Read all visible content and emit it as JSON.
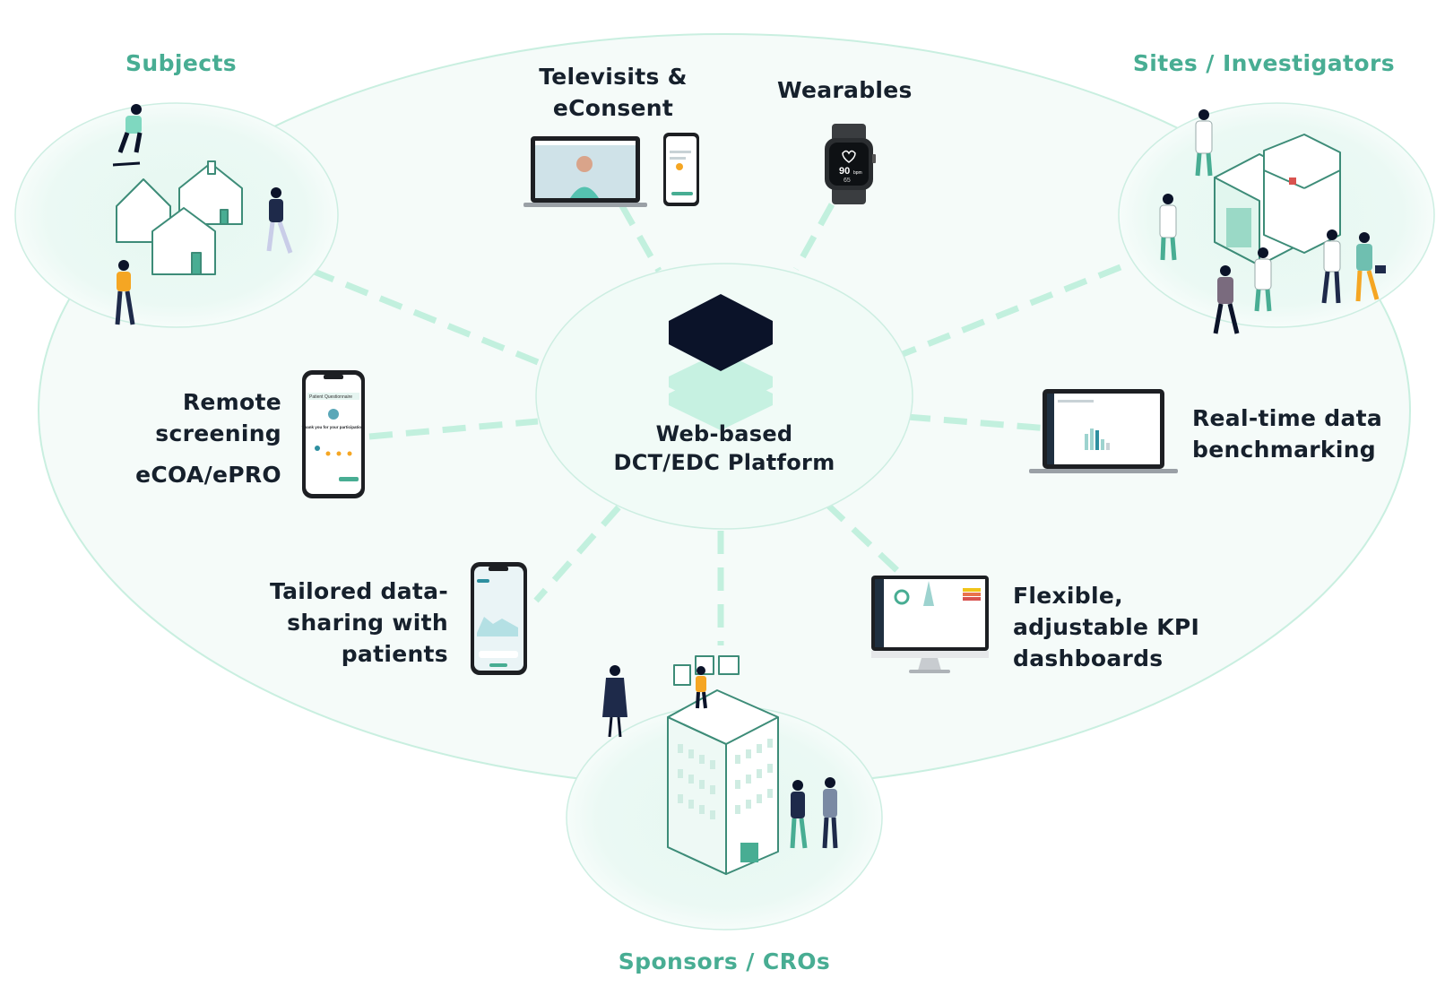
{
  "groups": {
    "subjects": "Subjects",
    "sites": "Sites / Investigators",
    "sponsors": "Sponsors / CROs"
  },
  "center": {
    "line1": "Web-based",
    "line2": "DCT/EDC Platform"
  },
  "features": {
    "televisits": [
      "Televisits &",
      "eConsent"
    ],
    "wearables": "Wearables",
    "remote": [
      "Remote",
      "screening"
    ],
    "ecoa": "eCOA/ePRO",
    "realtime": [
      "Real-time data",
      "benchmarking"
    ],
    "tailored": [
      "Tailored data-",
      "sharing with",
      "patients"
    ],
    "kpi": [
      "Flexible,",
      "adjustable KPI",
      "dashboards"
    ]
  },
  "device_text": {
    "watch_bpm": "90",
    "watch_unit": "bpm",
    "watch_sub": "65",
    "phone_title": "Patient Questionnaire",
    "phone_thanks": "Thank you for your participation!"
  },
  "colors": {
    "ellipse_fill": "#f3fbf9",
    "ellipse_stroke": "#c7eedf",
    "dash": "#c2f0de",
    "group_label": "#48ad93",
    "label": "#16202c",
    "logo_dark": "#0b1329",
    "logo_light": "#bff0df"
  },
  "icons": [
    "houses-icon",
    "hospital-icon",
    "office-building-icon",
    "laptop-icon",
    "phone-icon",
    "smartwatch-icon",
    "monitor-icon",
    "platform-logo-icon",
    "person-icon"
  ]
}
